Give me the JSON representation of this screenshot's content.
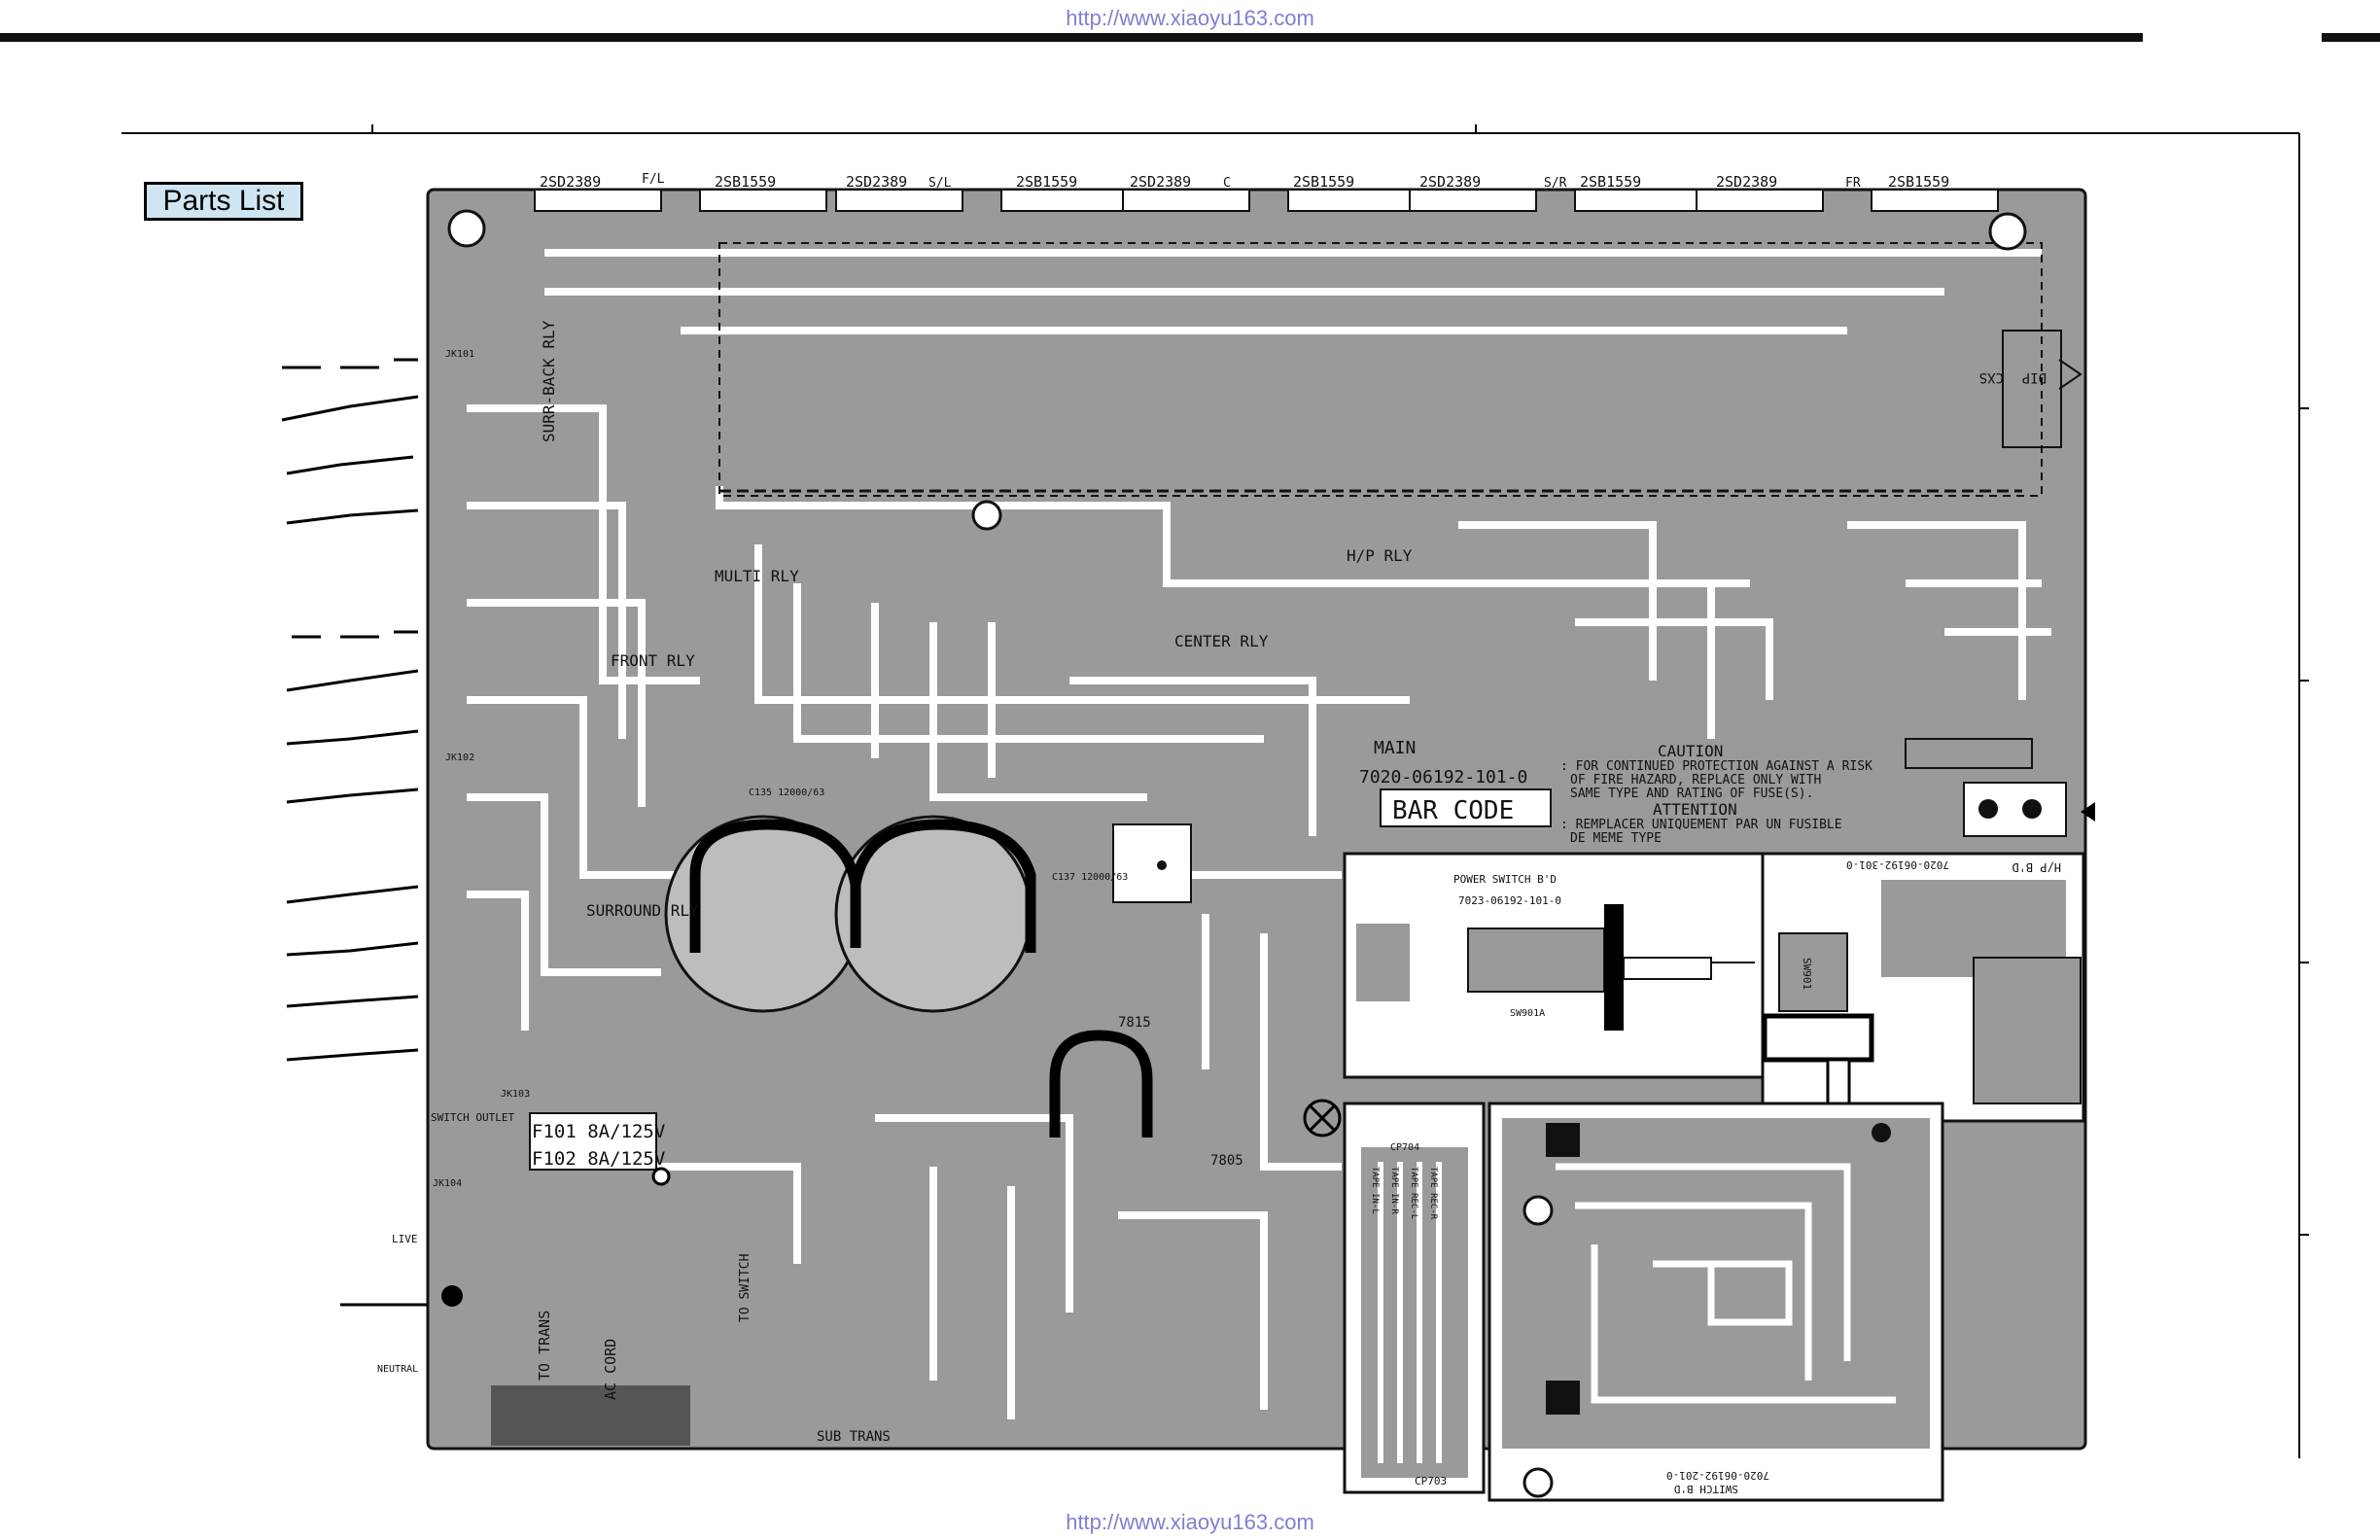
{
  "header": {
    "url": "http://www.xiaoyu163.com"
  },
  "footer": {
    "url": "http://www.xiaoyu163.com"
  },
  "toolbar": {
    "parts_list_label": "Parts List"
  },
  "board": {
    "main": {
      "title": "MAIN",
      "part_number": "7020-06192-101-0",
      "bar_code": "BAR CODE",
      "caution_title": "CAUTION",
      "caution_line1": ": FOR CONTINUED PROTECTION AGAINST A RISK",
      "caution_line2": "OF FIRE HAZARD, REPLACE ONLY WITH",
      "caution_line3": "SAME TYPE AND RATING OF FUSE(S).",
      "attention_title": "ATTENTION",
      "attention_line1": ": REMPLACER UNIQUEMENT PAR UN FUSIBLE",
      "attention_line2": "DE MEME TYPE",
      "transistors_top": [
        "2SD2389",
        "2SB1559",
        "2SD2389",
        "2SB1559",
        "2SD2389",
        "2SB1559",
        "2SD2389",
        "2SB1559",
        "2SD2389",
        "2SB1559"
      ],
      "channel_top": [
        "F/L",
        "S/L",
        "C",
        "S/R",
        "FR"
      ],
      "relays": [
        "SURR-BACK RLY",
        "MULTI RLY",
        "FRONT RLY",
        "SURROUND RLY",
        "CENTER RLY",
        "H/P RLY"
      ],
      "switch_outlet": "SWITCH OUTLET",
      "fuse1": "F101 8A/125V",
      "fuse2": "F102 8A/125V",
      "to_trans": "TO TRANS",
      "ac_cord": "AC CORD",
      "to_switch": "TO SWITCH",
      "sub_trans": "SUB TRANS",
      "regulator_7815": "7815",
      "regulator_7805": "7805",
      "dip": "DIP",
      "cxs": "CXS",
      "live": "LIVE",
      "neutral": "NEUTRAL",
      "jk101": "JK101",
      "jk102": "JK102",
      "jk103": "JK103",
      "jk104": "JK104",
      "cap_a": "C135 12000/63",
      "cap_b": "C137 12000/63"
    },
    "power_switch": {
      "title": "POWER SWITCH B'D",
      "part_number": "7023-06192-101-0",
      "sw": "SW901A"
    },
    "hp": {
      "title": "H/P B'D",
      "part_number": "7020-06192-301-0",
      "sw": "SW901"
    },
    "switch_bd": {
      "title": "SWITCH B'D",
      "part_number": "7020-06192-201-0",
      "cp703": "CP703",
      "cp704": "CP704",
      "tape": [
        "TAPE IN-L",
        "TAPE IN-R",
        "TAPE REC-L",
        "TAPE REC-R"
      ]
    }
  },
  "colors": {
    "copper": "#9a9a9a",
    "trace": "#ffffff",
    "ink": "#111111",
    "button_fill": "#cfe6f2",
    "url": "#7f7fd0"
  }
}
